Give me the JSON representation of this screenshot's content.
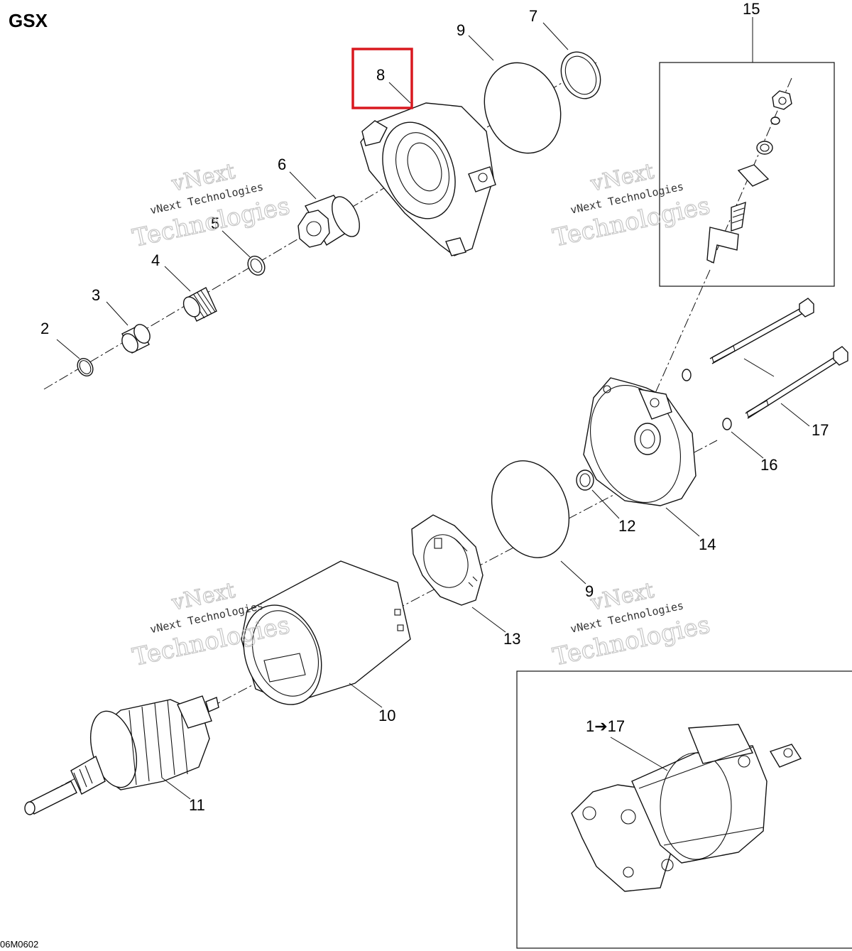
{
  "model": "GSX",
  "drawing_code": "06M0602",
  "highlight_color": "#d9181f",
  "highlighted_callout": "8",
  "watermark": {
    "line1": "vNext",
    "line2": "Technologies",
    "small": "vNext Technologies"
  },
  "callouts": {
    "c2": "2",
    "c3": "3",
    "c4": "4",
    "c5": "5",
    "c6": "6",
    "c7": "7",
    "c8": "8",
    "c9a": "9",
    "c9b": "9",
    "c10": "10",
    "c11": "11",
    "c12": "12",
    "c13": "13",
    "c14": "14",
    "c15": "15",
    "c16": "16",
    "c17": "17"
  },
  "assembly_callout": "1➔17"
}
